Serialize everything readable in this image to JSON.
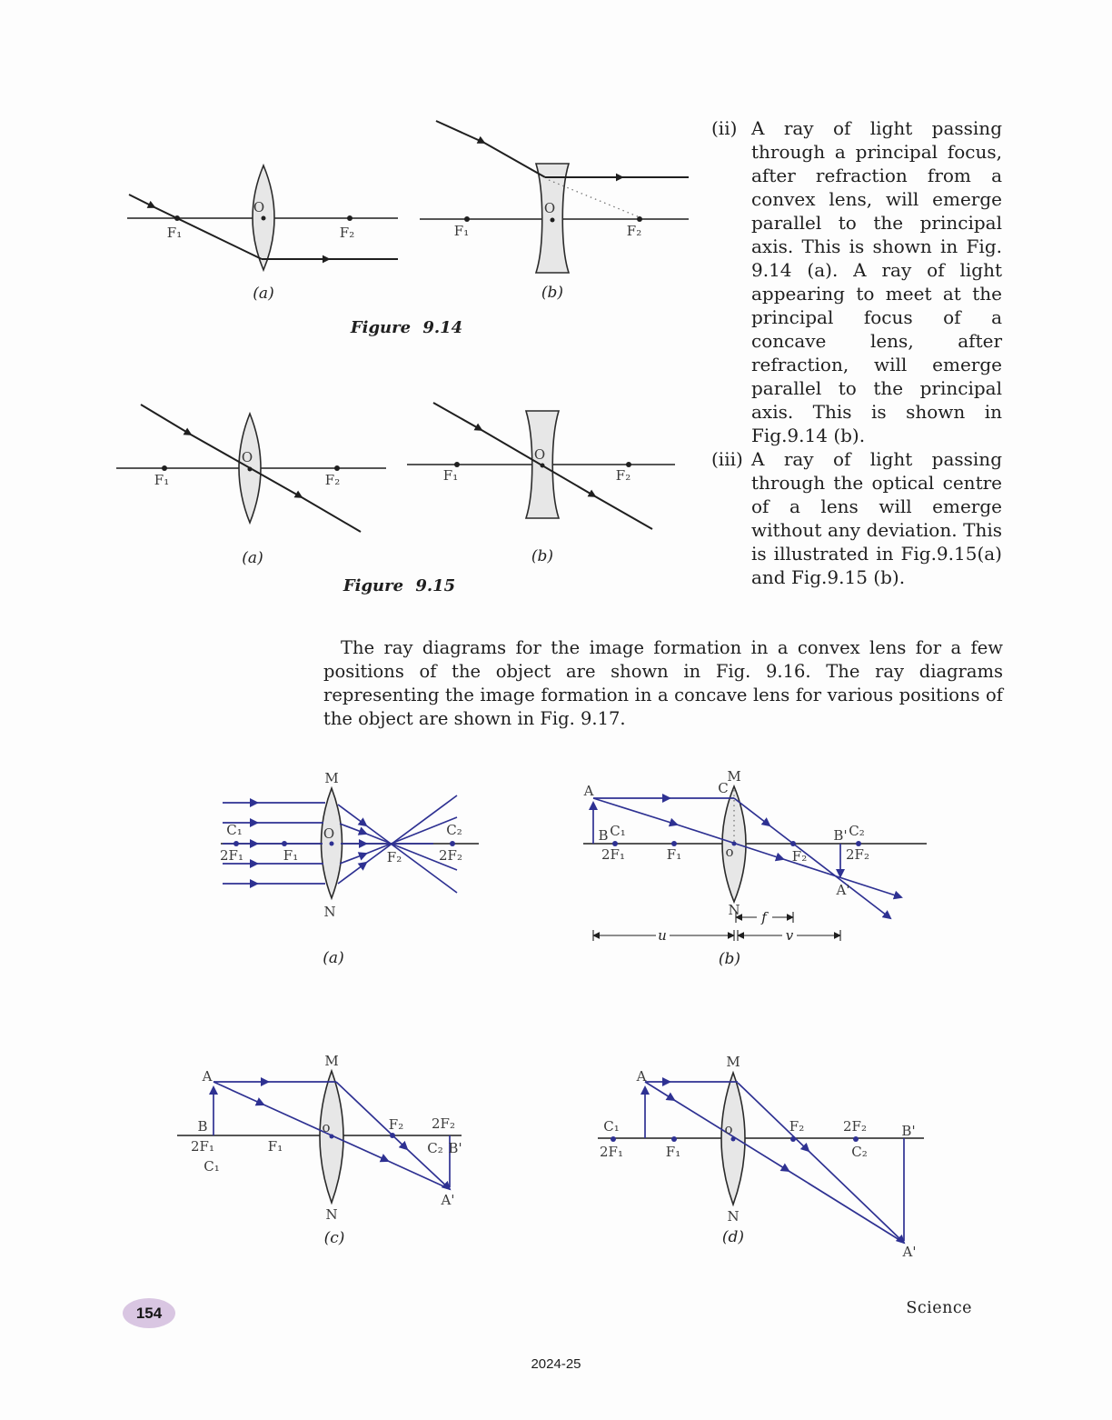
{
  "colors": {
    "ray-blue": "#2e3192",
    "ink": "#1f1f1f",
    "label": "#3b3b3b",
    "lens-fill": "#e7e7e7",
    "lens-stroke": "#2b2b2b",
    "badge-bg": "#d9c6e2",
    "dotted": "#777777",
    "paper": "#fdfdfd"
  },
  "labels": {
    "f1": "F₁",
    "f2": "F₂",
    "two_f1": "2F₁",
    "two_f2": "2F₂",
    "c1": "C₁",
    "c2": "C₂",
    "o": "O",
    "o_small": "o",
    "m": "M",
    "n": "N",
    "a": "A",
    "b": "B",
    "c": "C",
    "a_prime": "A'",
    "b_prime": "B'",
    "u": "u",
    "v": "v",
    "f": "f"
  },
  "captions": {
    "fig_914": "Figure 9.14",
    "fig_915": "Figure 9.15",
    "sub_a": "(a)",
    "sub_b": "(b)",
    "sub_c": "(c)",
    "sub_d": "(d)"
  },
  "right_column": {
    "items": [
      {
        "marker": "(ii)",
        "text": "A ray of light passing through a principal focus, after refraction from a convex lens, will emerge parallel to the principal axis. This is shown in Fig. 9.14 (a). A ray of light appearing to meet at the principal focus of a concave lens, after refraction, will emerge parallel to the principal axis. This is shown in Fig.9.14 (b)."
      },
      {
        "marker": "(iii)",
        "text": "A ray of light passing through the optical centre of a lens will emerge without any deviation. This is illustrated in Fig.9.15(a) and Fig.9.15 (b)."
      }
    ]
  },
  "body_paragraph": "The ray diagrams for the image formation in a convex lens for a few positions of the object are shown in Fig. 9.16. The ray diagrams representing the image formation in a concave lens for various positions of the object are shown in Fig. 9.17.",
  "footer": {
    "page_number": "154",
    "subject": "Science",
    "edition": "2024-25"
  }
}
